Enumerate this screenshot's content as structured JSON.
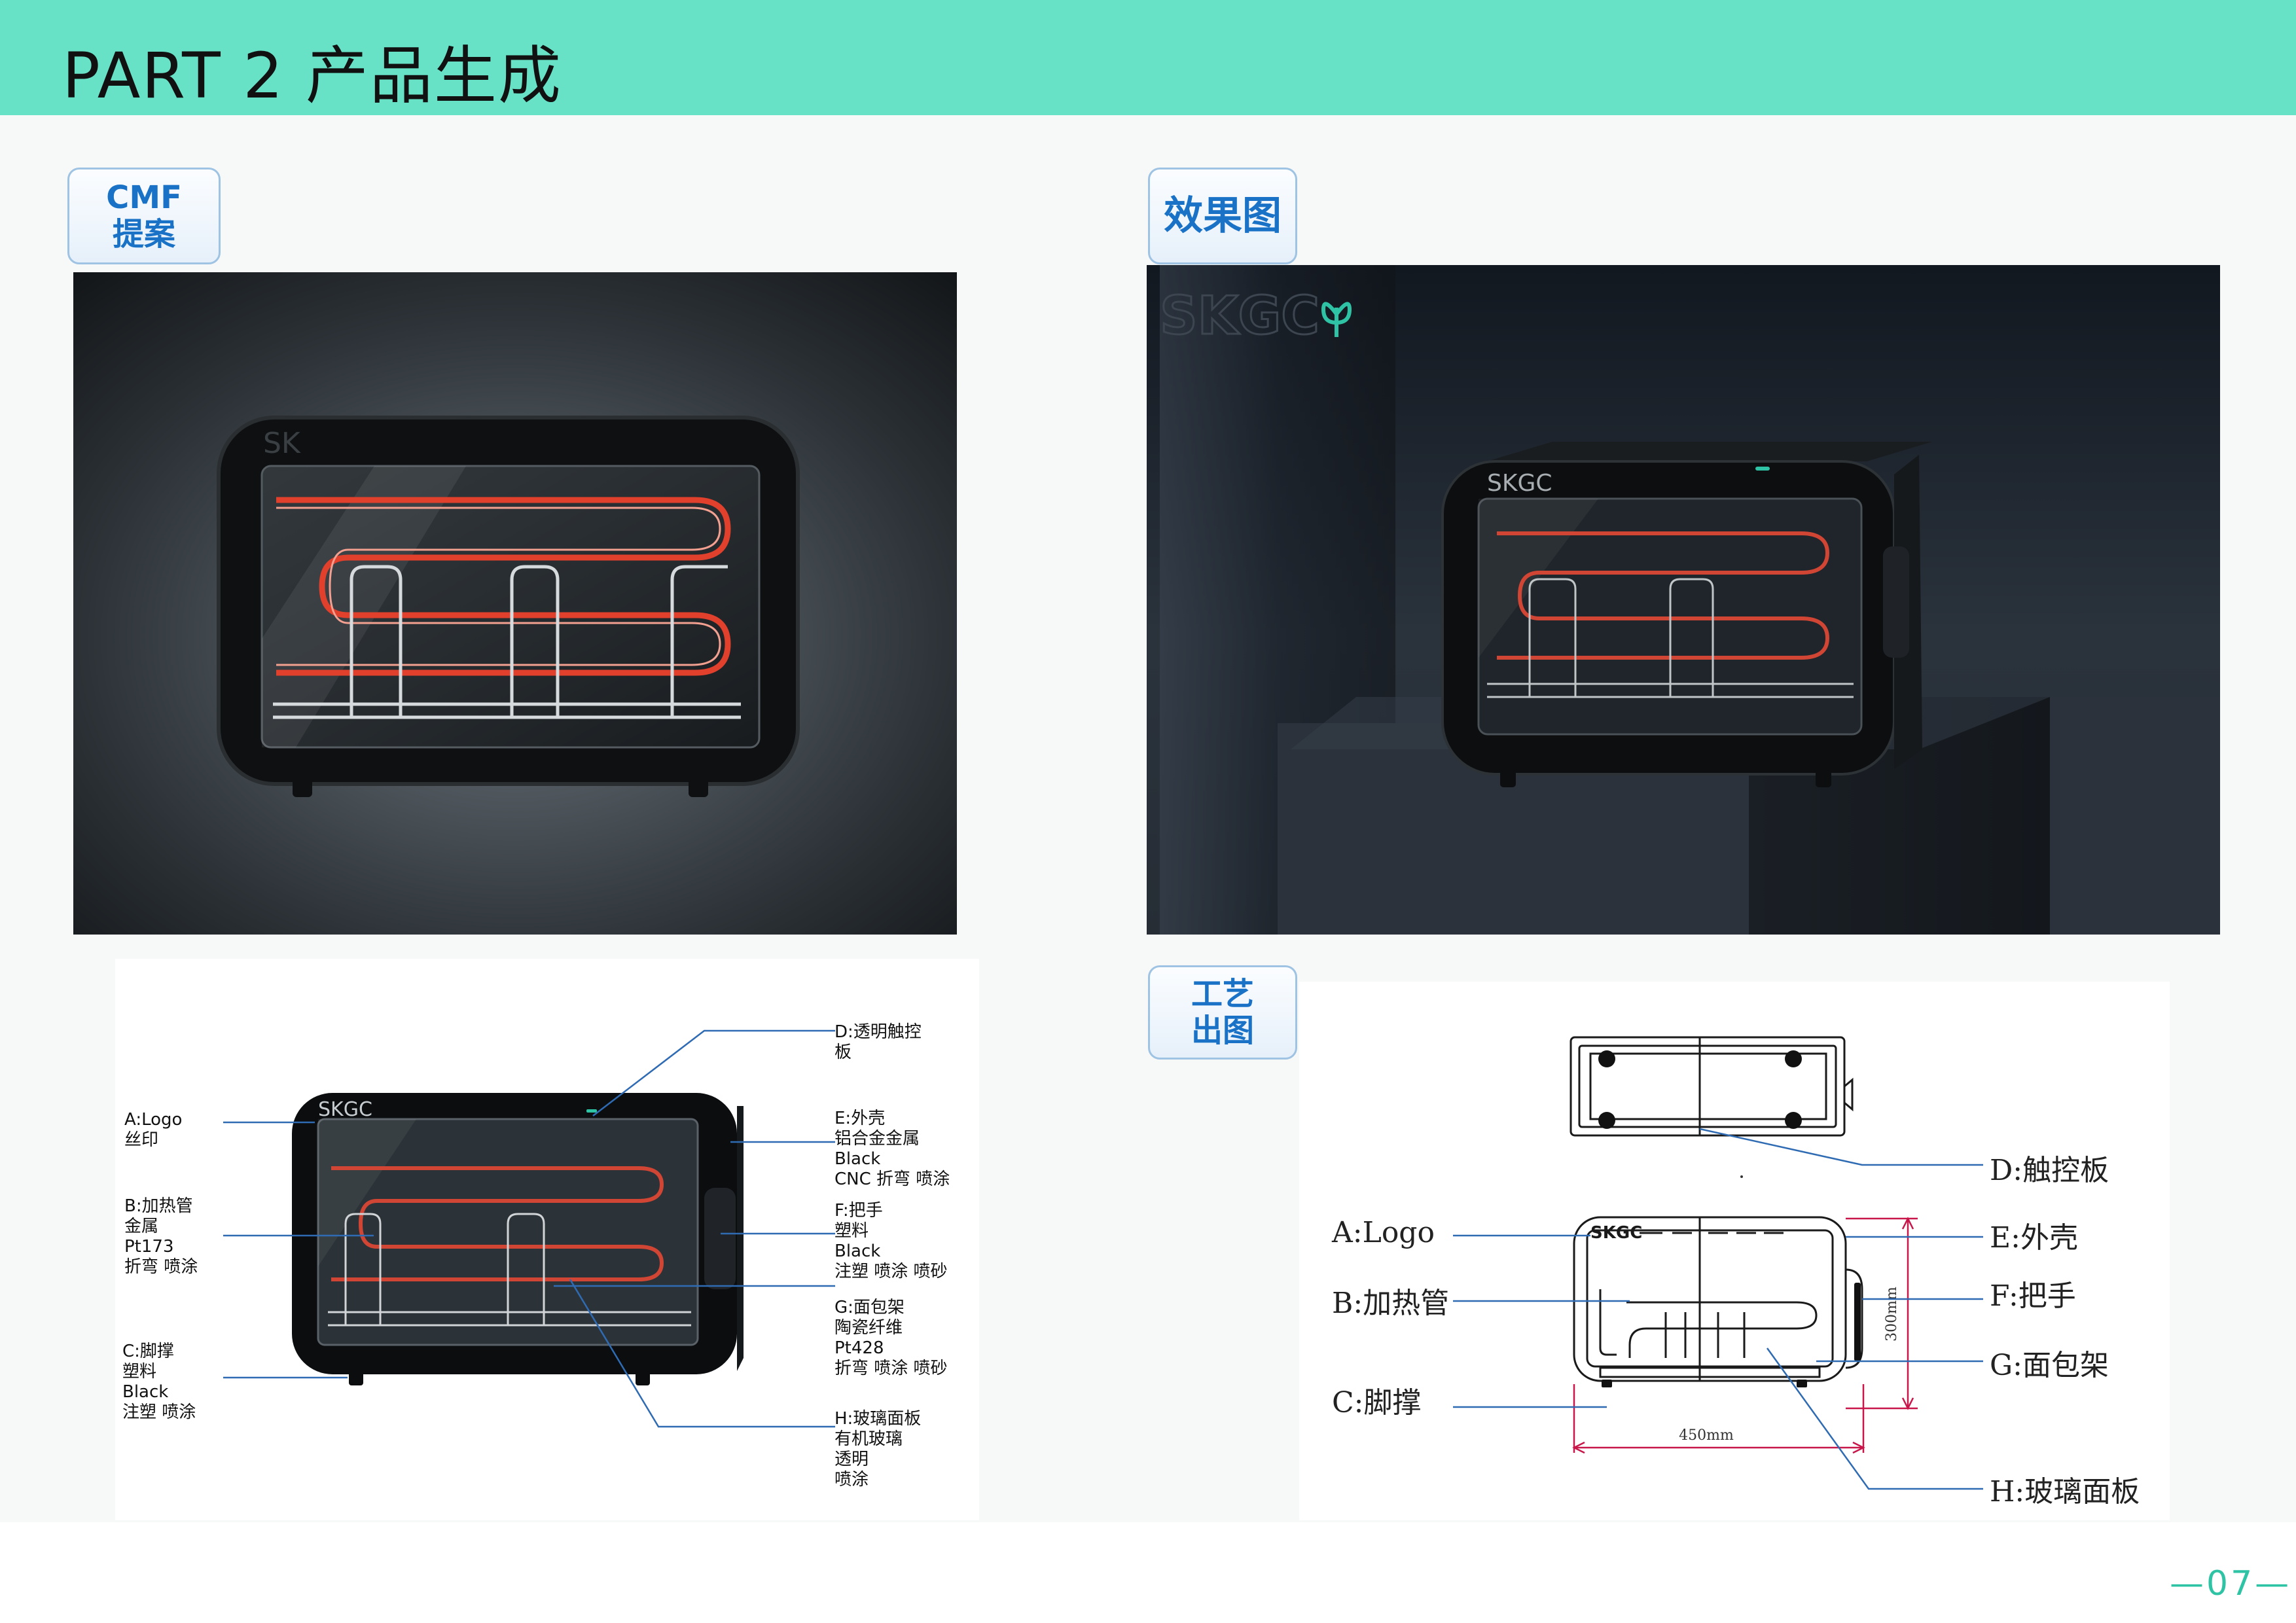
{
  "header": {
    "title": "PART 2  产品生成"
  },
  "tags": {
    "cmf_line1": "CMF",
    "cmf_line2": "提案",
    "render": "效果图",
    "craft_line1": "工艺",
    "craft_line2": "出图"
  },
  "render_logo": {
    "brand_text": "SKGC"
  },
  "cmf_callouts": [
    {
      "lines": [
        "A:Logo",
        "丝印"
      ]
    },
    {
      "lines": [
        "B:加热管",
        "金属",
        "Pt173",
        "折弯  喷涂"
      ]
    },
    {
      "lines": [
        "C:脚撑",
        "塑料",
        "Black",
        "注塑  喷涂"
      ]
    },
    {
      "lines": [
        "D:透明触控",
        "板"
      ]
    },
    {
      "lines": [
        "E:外壳",
        "铝合金金属",
        "Black",
        "CNC 折弯 喷涂"
      ]
    },
    {
      "lines": [
        "F:把手",
        "塑料",
        "Black",
        "注塑 喷涂 喷砂"
      ]
    },
    {
      "lines": [
        "G:面包架",
        "陶瓷纤维",
        "Pt428",
        "折弯 喷涂 喷砂"
      ]
    },
    {
      "lines": [
        "H:玻璃面板",
        "有机玻璃",
        "透明",
        "喷涂"
      ]
    }
  ],
  "drawing_labels": {
    "a": "A:Logo",
    "b": "B:加热管",
    "c": "C:脚撑",
    "d": "D:触控板",
    "e": "E:外壳",
    "f": "F:把手",
    "g": "G:面包架",
    "h": "H:玻璃面板",
    "width_dim": "450mm",
    "height_dim": "300mm",
    "brand_text": "SKGC"
  },
  "footer": {
    "page_number": "—07—"
  },
  "colors": {
    "header_bg": "#68e2c6",
    "tag_text": "#1a72c7",
    "page_number": "#2fc3a5",
    "heating_tube": "#e0402c"
  }
}
